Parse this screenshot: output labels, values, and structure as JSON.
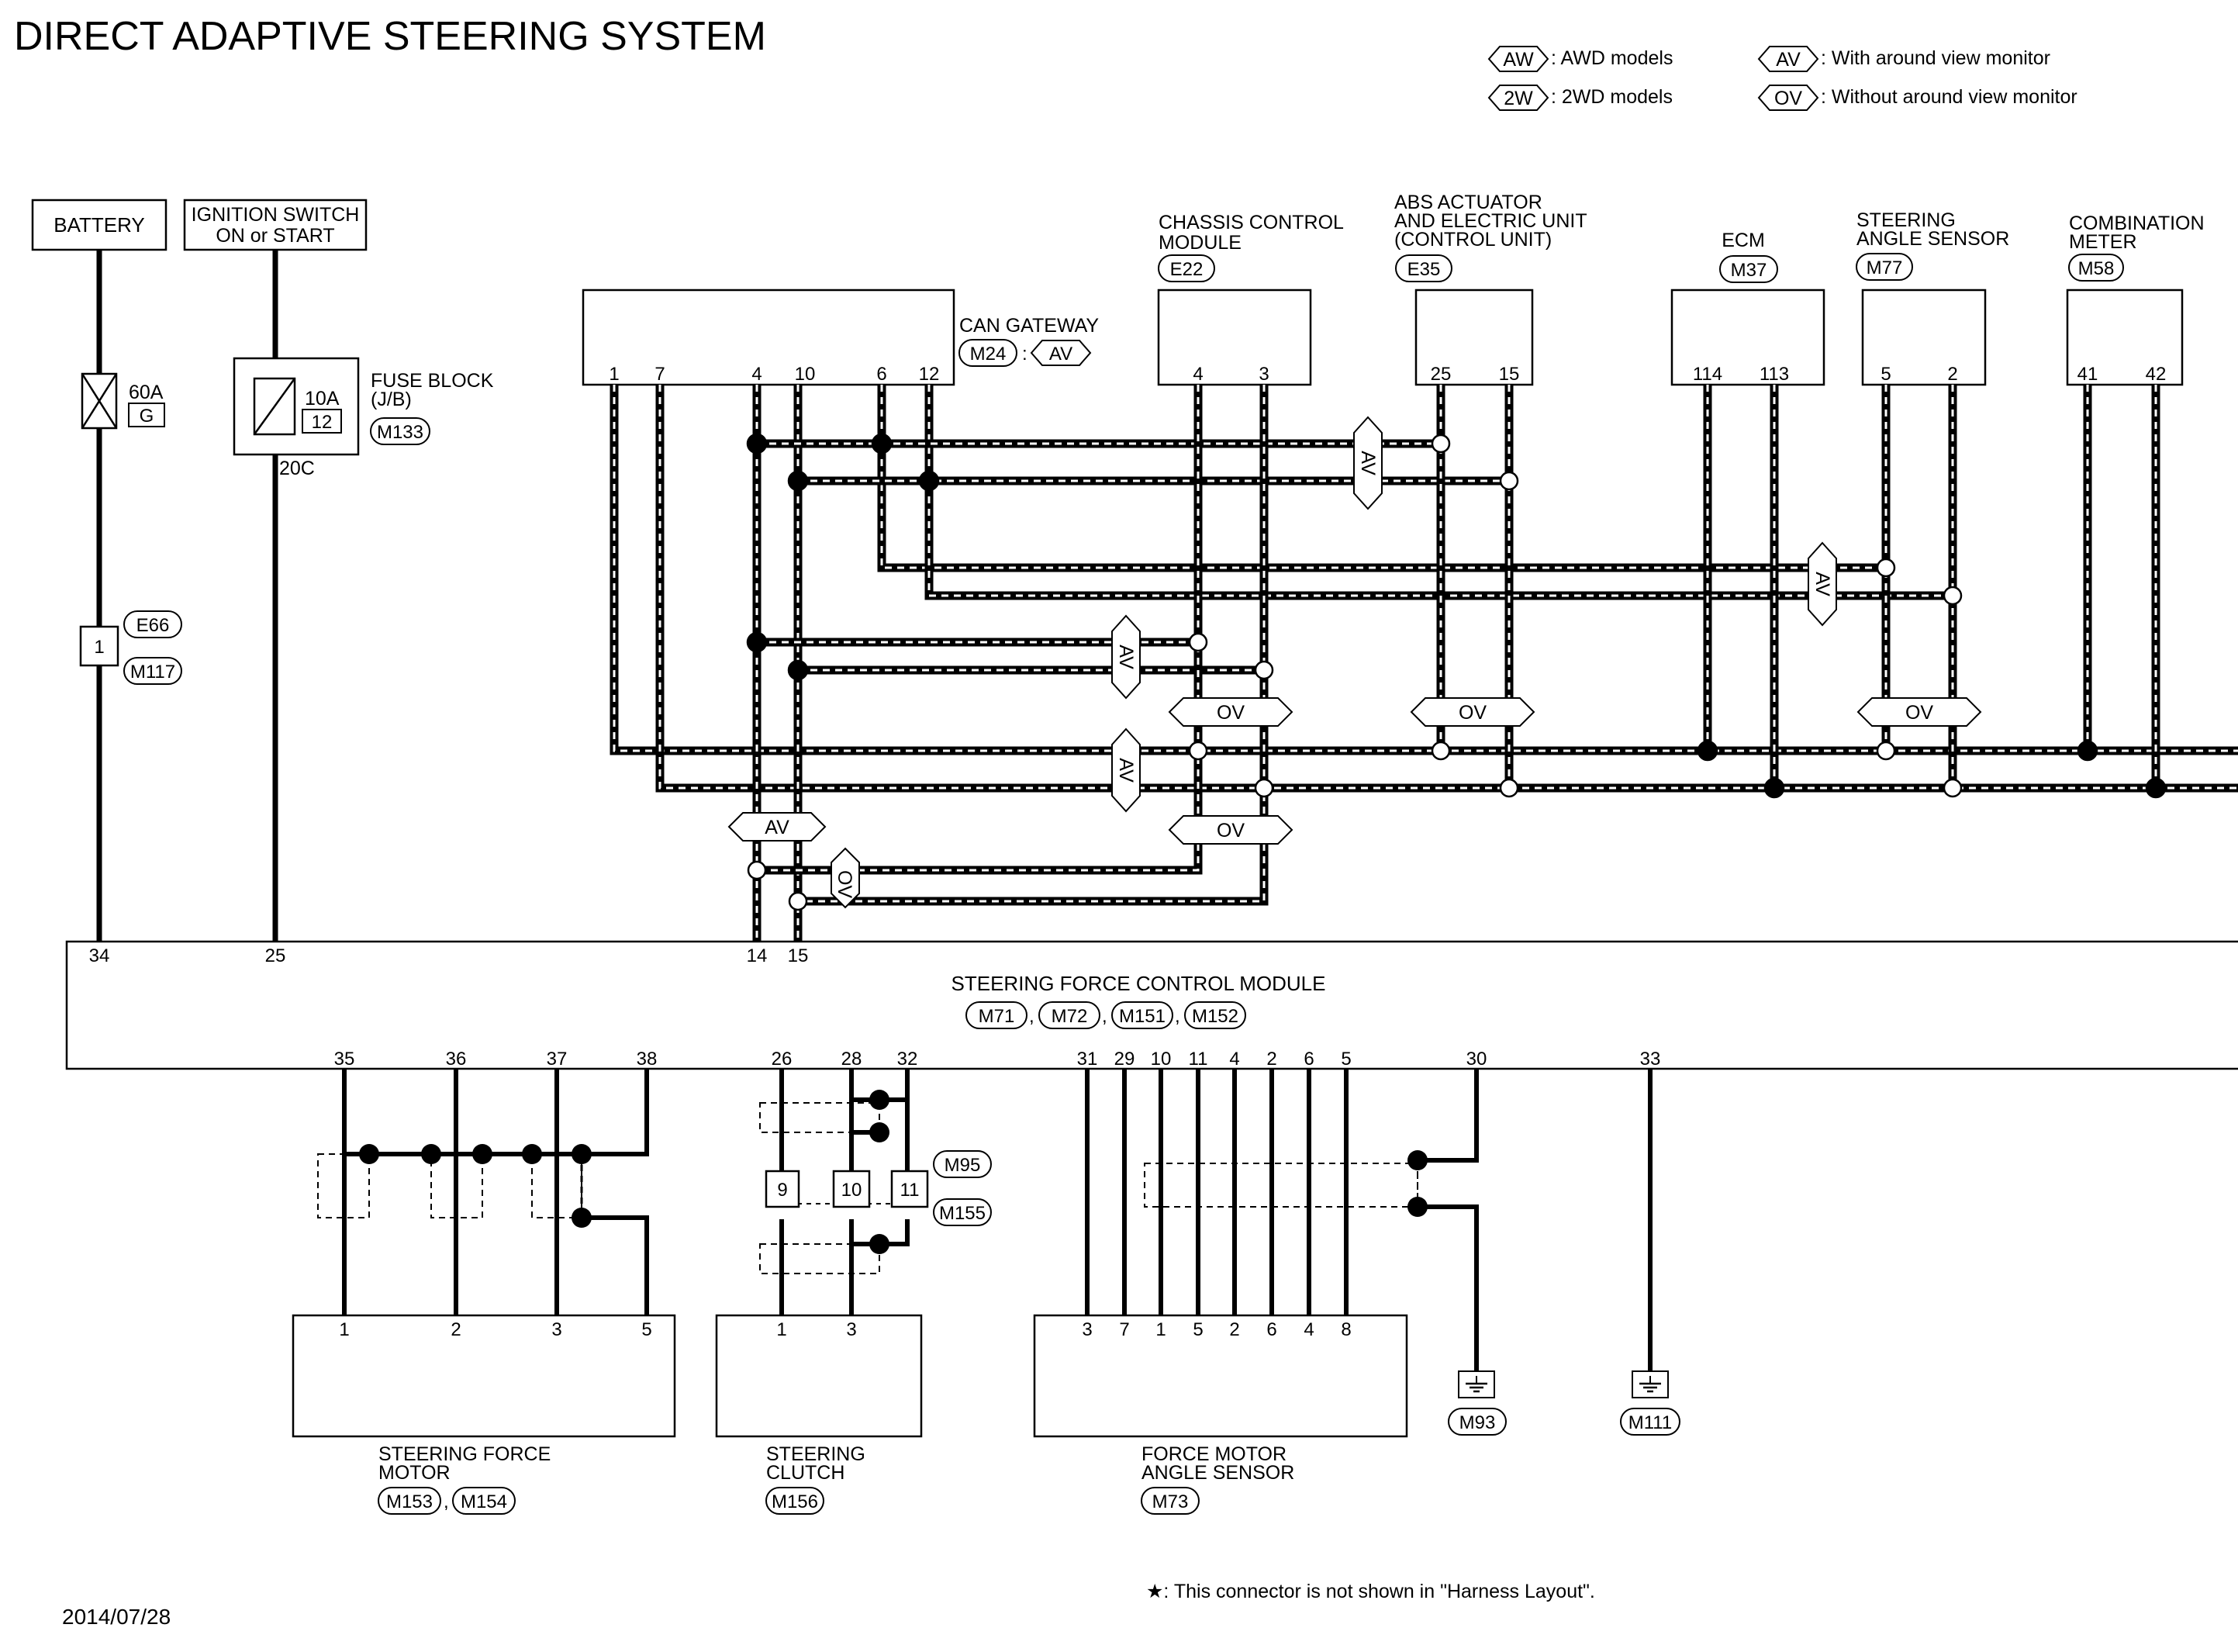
{
  "title": "DIRECT ADAPTIVE STEERING SYSTEM",
  "legend": [
    {
      "code": "AW",
      "desc": ": AWD models"
    },
    {
      "code": "2W",
      "desc": ": 2WD models"
    },
    {
      "code": "AV",
      "desc": ": With around view monitor"
    },
    {
      "code": "OV",
      "desc": ": Without around view monitor"
    }
  ],
  "power": {
    "battery": "BATTERY",
    "ignition_line1": "IGNITION SWITCH",
    "ignition_line2": "ON or START",
    "fuse60_rating": "60A",
    "fuse60_id": "G",
    "fuse10_rating": "10A",
    "fuse10_id": "12",
    "fuse_block_line1": "FUSE BLOCK",
    "fuse_block_line2": "(J/B)",
    "fuse_block_conn": "M133",
    "fuse_block_out": "20C",
    "inline_conn_pin": "1",
    "inline_conn_a": "E66",
    "inline_conn_b": "M117"
  },
  "can_gateway": {
    "name": "CAN GATEWAY",
    "conn": "M24",
    "sep": ":",
    "variant": "AV",
    "pins": [
      "1",
      "7",
      "4",
      "10",
      "6",
      "12"
    ]
  },
  "chassis": {
    "line1": "CHASSIS CONTROL",
    "line2": "MODULE",
    "conn": "E22",
    "pins": [
      "4",
      "3"
    ]
  },
  "abs": {
    "line1": "ABS ACTUATOR",
    "line2": "AND ELECTRIC UNIT",
    "line3": "(CONTROL UNIT)",
    "conn": "E35",
    "pins": [
      "25",
      "15"
    ]
  },
  "ecm": {
    "line1": "ECM",
    "conn": "M37",
    "pins": [
      "114",
      "113"
    ]
  },
  "angle_sensor": {
    "line1": "STEERING",
    "line2": "ANGLE SENSOR",
    "conn": "M77",
    "pins": [
      "5",
      "2"
    ]
  },
  "meter": {
    "line1": "COMBINATION",
    "line2": "METER",
    "conn": "M58",
    "pins": [
      "41",
      "42"
    ]
  },
  "bus_tags": {
    "av": "AV",
    "ov": "OV"
  },
  "module": {
    "name": "STEERING FORCE CONTROL MODULE",
    "conns": [
      "M71",
      "M72",
      "M151",
      "M152"
    ],
    "comma": ",",
    "top_pins": [
      "34",
      "25",
      "14",
      "15"
    ],
    "bottom_pins": [
      "35",
      "36",
      "37",
      "38",
      "26",
      "28",
      "32",
      "31",
      "29",
      "10",
      "11",
      "4",
      "2",
      "6",
      "5",
      "30",
      "33"
    ]
  },
  "junction": {
    "pins": [
      "9",
      "10",
      "11"
    ],
    "conn_a": "M95",
    "conn_b": "M155"
  },
  "motor": {
    "line1": "STEERING FORCE",
    "line2": "MOTOR",
    "conns": [
      "M153",
      "M154"
    ],
    "pins": [
      "1",
      "2",
      "3",
      "5"
    ]
  },
  "clutch": {
    "line1": "STEERING",
    "line2": "CLUTCH",
    "conn": "M156",
    "pins": [
      "1",
      "3"
    ]
  },
  "force_sensor": {
    "line1": "FORCE MOTOR",
    "line2": "ANGLE SENSOR",
    "conn": "M73",
    "pins": [
      "3",
      "7",
      "1",
      "5",
      "2",
      "6",
      "4",
      "8"
    ]
  },
  "grounds": [
    "M93",
    "M111"
  ],
  "footnote": "★: This connector is not shown in \"Harness Layout\".",
  "date": "2014/07/28"
}
